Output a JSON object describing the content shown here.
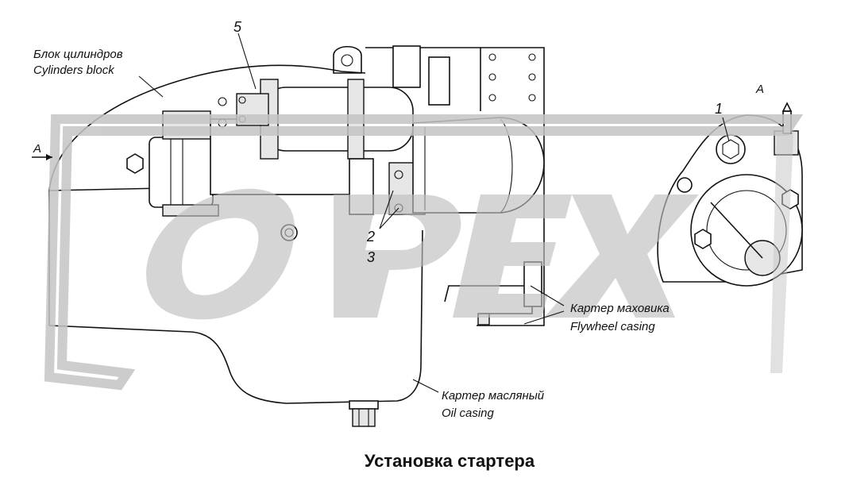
{
  "callouts": {
    "cylinders_block_ru": "Блок цилиндров",
    "cylinders_block_en": "Cylinders block",
    "view_arrow_left": "A",
    "view_label_right": "A",
    "flywheel_casing_ru": "Картер маховика",
    "flywheel_casing_en": "Flywheel casing",
    "oil_casing_ru": "Картер масляный",
    "oil_casing_en": "Oil casing"
  },
  "numbers": {
    "n1": "1",
    "n2": "2",
    "n3": "3",
    "n5": "5"
  },
  "watermark": {
    "text": "OPEX",
    "color": "#bdbdbd"
  },
  "caption": "Установка стартера"
}
